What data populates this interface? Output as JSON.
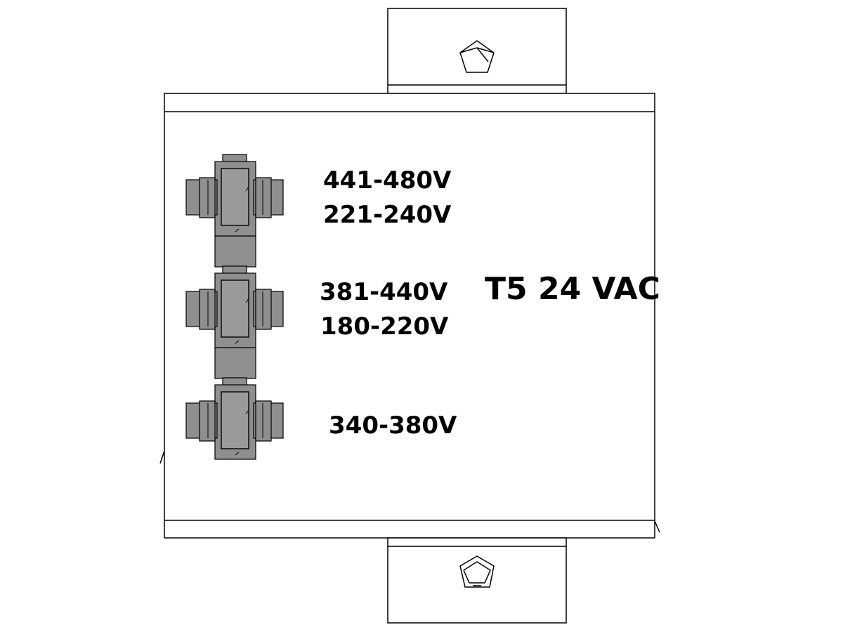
{
  "diagram": {
    "title": "T5 24 VAC",
    "taps": [
      {
        "primary_label": "441-480V",
        "secondary_label": "221-240V"
      },
      {
        "primary_label": "381-440V",
        "secondary_label": "180-220V"
      },
      {
        "primary_label": "340-380V",
        "secondary_label": ""
      }
    ],
    "icons": {
      "top_mount": "pentagon-screw-icon",
      "bottom_mount": "pentagon-screw-icon"
    },
    "colors": {
      "terminal_fill": "#8f8f8f",
      "line": "#000000",
      "background": "#ffffff"
    }
  }
}
